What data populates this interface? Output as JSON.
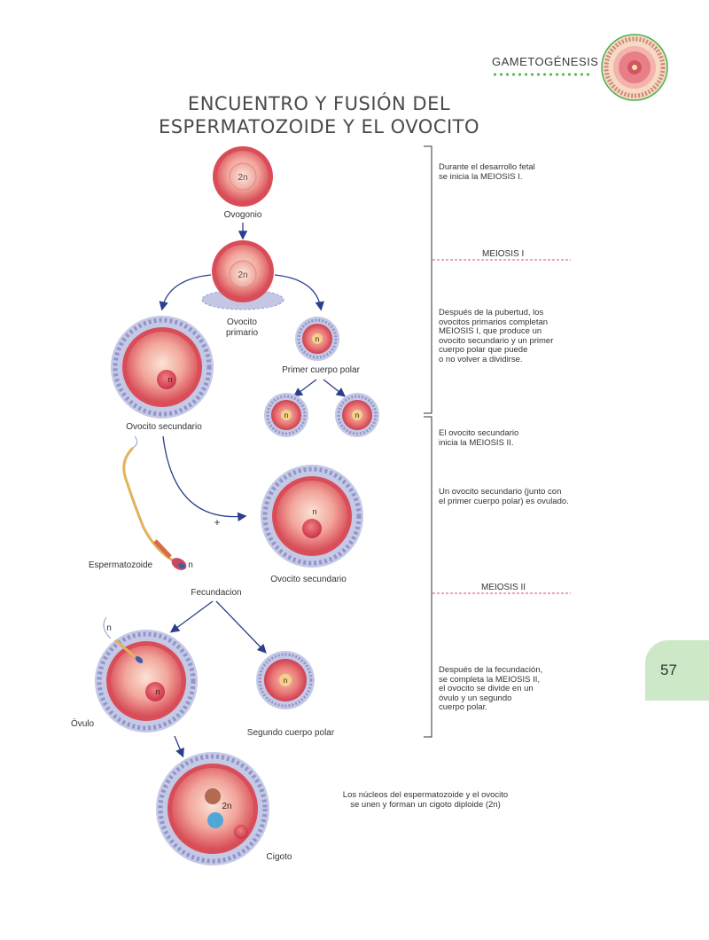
{
  "header": {
    "section_label": "GAMETOGÉNESIS"
  },
  "title": {
    "line1": "ENCUENTRO Y FUSIÓN DEL",
    "line2": "ESPERMATOZOIDE Y EL OVOCITO"
  },
  "cells": {
    "ovogonio": {
      "label": "Ovogonio",
      "ploidy": "2n"
    },
    "ovocito_primario": {
      "label_line1": "Ovocito",
      "label_line2": "primario",
      "ploidy": "2n"
    },
    "ovocito_secundario_1": {
      "label": "Ovocito secundario",
      "ploidy": "n"
    },
    "primer_cuerpo_polar": {
      "label": "Primer cuerpo polar",
      "ploidy": "n"
    },
    "polar_division": {
      "left_ploidy": "n",
      "right_ploidy": "n"
    },
    "espermatozoide": {
      "label": "Espermatozoide",
      "ploidy": "n"
    },
    "plus_sign": "+",
    "ovocito_secundario_2": {
      "label": "Ovocito secundario",
      "ploidy": "n"
    },
    "fecundacion": {
      "label": "Fecundacion"
    },
    "ovulo": {
      "label": "Óvulo",
      "ploidy": "n",
      "sperm_ploidy": "n"
    },
    "segundo_cuerpo_polar": {
      "label": "Segundo cuerpo polar",
      "ploidy": "n"
    },
    "cigoto": {
      "label": "Cigoto",
      "ploidy": "2n"
    }
  },
  "notes": {
    "fetal": [
      "Durante el desarrollo fetal",
      "se inicia la MEIOSIS I."
    ],
    "meiosis1_label": "MEIOSIS I",
    "pubertad": [
      "Después de la pubertud, los",
      "ovocitos primarios completan",
      "MEIOSIS I, que produce un",
      "ovocito secundario y un primer",
      "cuerpo polar que puede",
      "o no volver a dividirse."
    ],
    "inicia2": [
      "El ovocito secundario",
      "inicia la MEIOSIS II."
    ],
    "ovulado": [
      "Un ovocito secundario (junto con",
      "el primer cuerpo polar) es ovulado."
    ],
    "meiosis2_label": "MEIOSIS II",
    "fecundacion": [
      "Después de la fecundación,",
      "se completa la MEIOSIS II,",
      "el ovocito se divide en un",
      "óvulo y un segundo",
      "cuerpo polar."
    ],
    "cigoto": [
      "Los núcleos del espermatozoide y el ovocito",
      "se unen y forman un cigoto diploide (2n)"
    ]
  },
  "page": {
    "number": "57"
  },
  "colors": {
    "accent_green": "#49b24a",
    "page_tab": "#cde8c6",
    "arrow": "#2b3f8c",
    "dashed": "#e0457b",
    "cell_pink": "#e2545f",
    "corona": "#b3b7dc"
  }
}
